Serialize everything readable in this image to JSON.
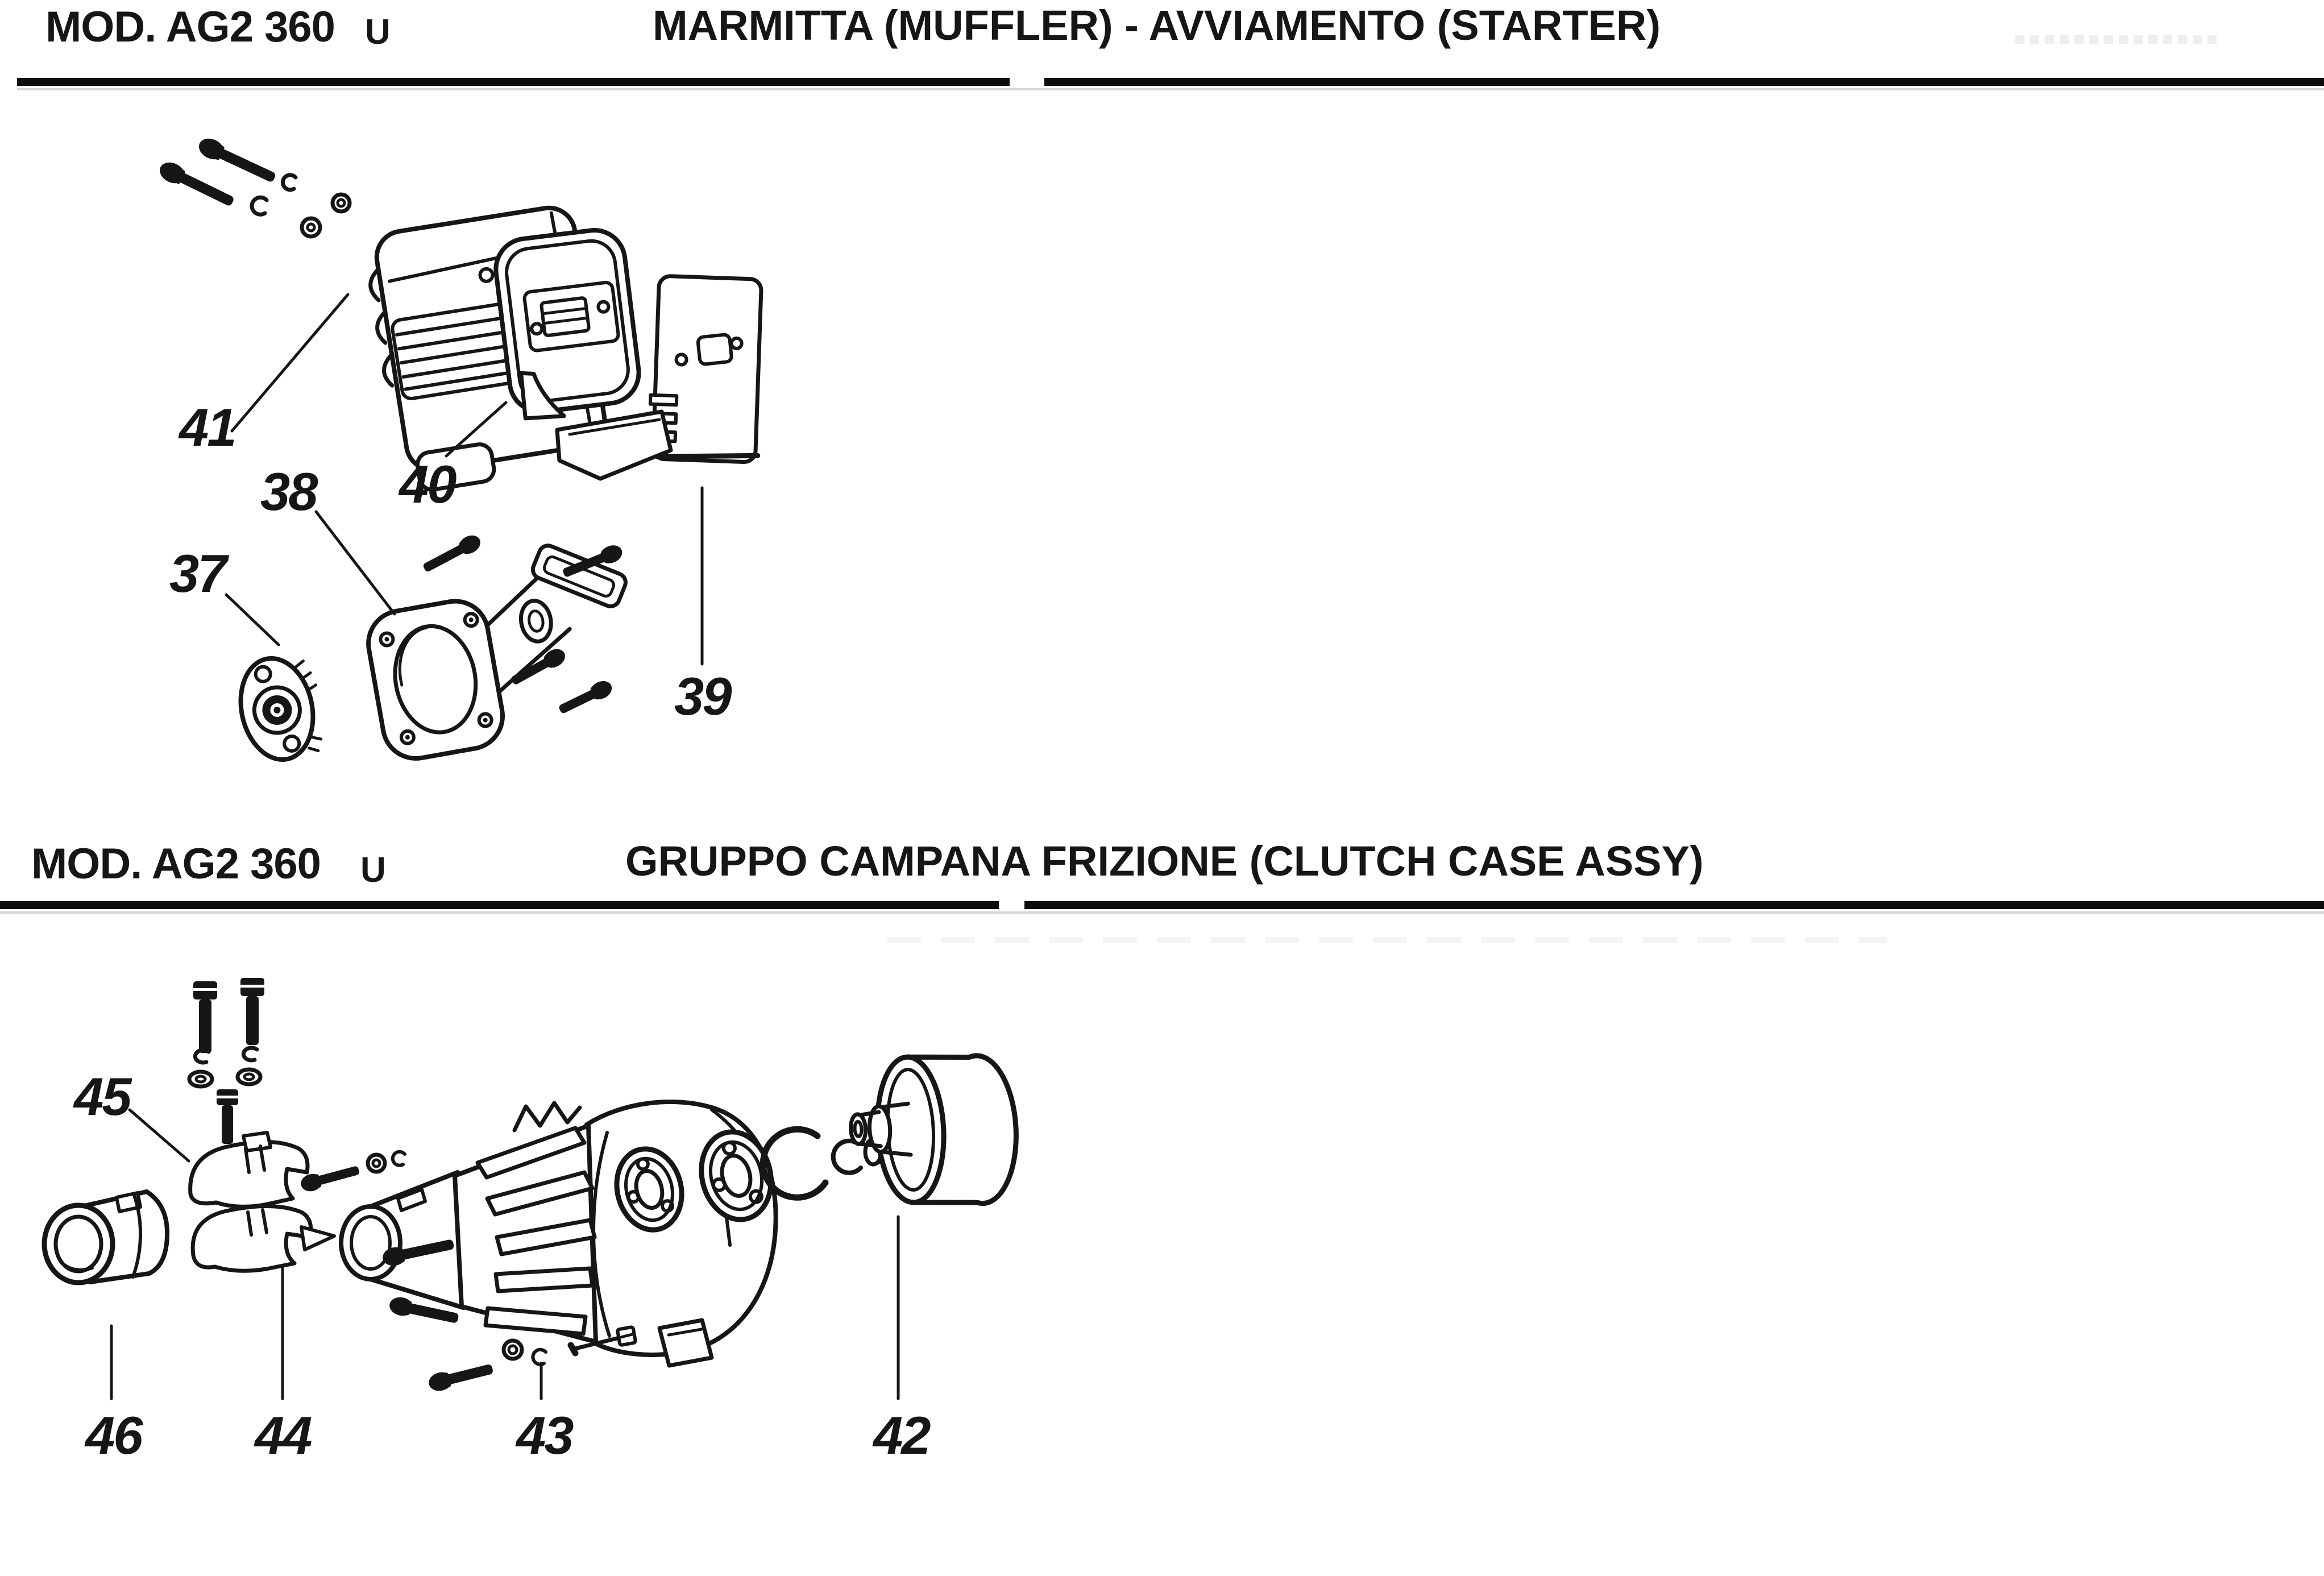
{
  "page": {
    "background": "#ffffff",
    "ink": "#161616"
  },
  "sections": [
    {
      "model": "MOD. AG2 360",
      "model_suffix": "U",
      "title": "MARMITTA (MUFFLER) - AVVIAMENTO (STARTER)",
      "part_labels": [
        {
          "number": "41"
        },
        {
          "number": "40"
        },
        {
          "number": "38"
        },
        {
          "number": "37"
        },
        {
          "number": "39"
        }
      ]
    },
    {
      "model": "MOD. AG2 360",
      "model_suffix": "U",
      "title": "GRUPPO CAMPANA FRIZIONE (CLUTCH CASE ASSY)",
      "part_labels": [
        {
          "number": "45"
        },
        {
          "number": "46"
        },
        {
          "number": "44"
        },
        {
          "number": "43"
        },
        {
          "number": "42"
        }
      ]
    }
  ]
}
